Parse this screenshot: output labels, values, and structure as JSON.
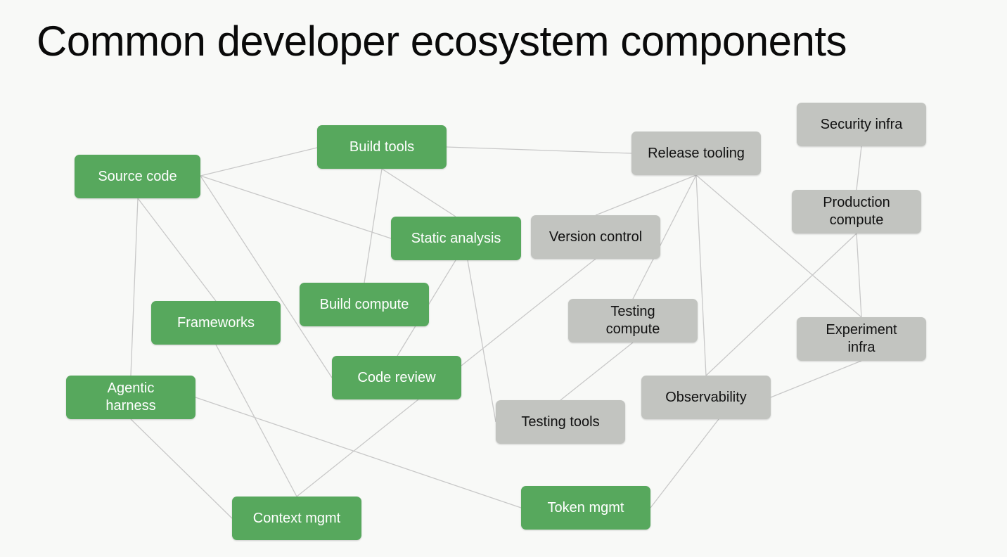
{
  "title": "Common developer ecosystem components",
  "colors": {
    "green": "#57a85d",
    "gray": "#c2c4c0",
    "edge": "#c8c8c8"
  },
  "nodes": {
    "source_code": {
      "label": "Source code",
      "color": "green"
    },
    "build_tools": {
      "label": "Build tools",
      "color": "green"
    },
    "static_analysis": {
      "label": "Static analysis",
      "color": "green"
    },
    "build_compute": {
      "label": "Build compute",
      "color": "green"
    },
    "frameworks": {
      "label": "Frameworks",
      "color": "green"
    },
    "code_review": {
      "label": "Code review",
      "color": "green"
    },
    "agentic_harness": {
      "label": "Agentic\nharness",
      "color": "green"
    },
    "context_mgmt": {
      "label": "Context mgmt",
      "color": "green"
    },
    "token_mgmt": {
      "label": "Token mgmt",
      "color": "green"
    },
    "version_control": {
      "label": "Version control",
      "color": "gray"
    },
    "release_tooling": {
      "label": "Release tooling",
      "color": "gray"
    },
    "security_infra": {
      "label": "Security infra",
      "color": "gray"
    },
    "production_compute": {
      "label": "Production\ncompute",
      "color": "gray"
    },
    "testing_compute": {
      "label": "Testing\ncompute",
      "color": "gray"
    },
    "experiment_infra": {
      "label": "Experiment\ninfra",
      "color": "gray"
    },
    "observability": {
      "label": "Observability",
      "color": "gray"
    },
    "testing_tools": {
      "label": "Testing tools",
      "color": "gray"
    }
  },
  "edges": [
    [
      "source_code",
      "build_tools"
    ],
    [
      "source_code",
      "static_analysis"
    ],
    [
      "source_code",
      "code_review"
    ],
    [
      "source_code",
      "frameworks"
    ],
    [
      "source_code",
      "agentic_harness"
    ],
    [
      "build_tools",
      "release_tooling"
    ],
    [
      "build_tools",
      "static_analysis"
    ],
    [
      "build_tools",
      "build_compute"
    ],
    [
      "static_analysis",
      "code_review"
    ],
    [
      "static_analysis",
      "testing_tools"
    ],
    [
      "version_control",
      "code_review"
    ],
    [
      "release_tooling",
      "version_control"
    ],
    [
      "release_tooling",
      "testing_compute"
    ],
    [
      "release_tooling",
      "observability"
    ],
    [
      "release_tooling",
      "experiment_infra"
    ],
    [
      "security_infra",
      "production_compute"
    ],
    [
      "production_compute",
      "experiment_infra"
    ],
    [
      "production_compute",
      "observability"
    ],
    [
      "testing_compute",
      "testing_tools"
    ],
    [
      "experiment_infra",
      "observability"
    ],
    [
      "frameworks",
      "context_mgmt"
    ],
    [
      "agentic_harness",
      "context_mgmt"
    ],
    [
      "agentic_harness",
      "token_mgmt"
    ],
    [
      "code_review",
      "context_mgmt"
    ],
    [
      "observability",
      "token_mgmt"
    ]
  ]
}
